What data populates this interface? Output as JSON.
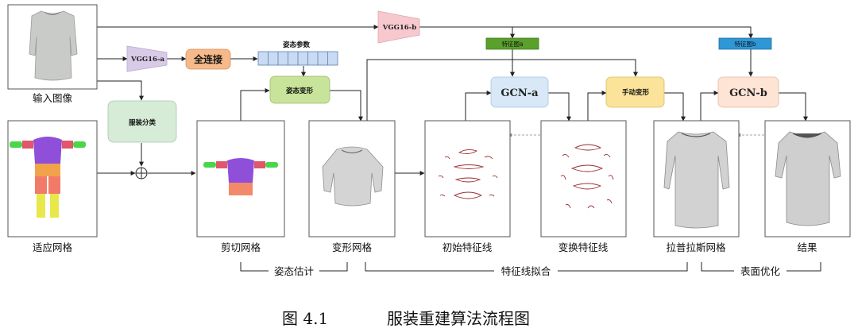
{
  "panels": {
    "input_image": "输入图像",
    "adapted_mesh": "适应网格",
    "cut_mesh": "剪切网格",
    "deformed_mesh": "变形网格",
    "initial_feature_lines": "初始特征线",
    "transformed_feature_lines": "变换特征线",
    "laplacian_mesh": "拉普拉斯网格",
    "result": "结果"
  },
  "modules": {
    "vgg_a": "VGG16-a",
    "vgg_b": "VGG16-b",
    "fully_connected": "全连接",
    "pose_params": "姿态参数",
    "pose_deform": "姿态变形",
    "garment_classify": "服装分类",
    "gcn_a": "GCN-a",
    "gcn_b": "GCN-b",
    "manual_deform": "手动变形",
    "feature_map_a": "特征图a",
    "feature_map_b": "特征图b"
  },
  "stages": {
    "pose_estimation": "姿态估计",
    "feature_fitting": "特征线拟合",
    "surface_optimization": "表面优化"
  },
  "caption": {
    "number": "图 4.1",
    "text": "服装重建算法流程图"
  },
  "colors": {
    "vgg_fill": "#f7c9cf",
    "vgg_a_fill": "#d9cbe8",
    "fc_fill": "#f5b98a",
    "pose_fill": "#c8e39a",
    "classify_fill": "#d6ecd6",
    "gcn_fill": "#d8e8f7",
    "manual_fill": "#fbe39a",
    "feature_a_fill": "#5aa02c",
    "feature_b_fill": "#2f97d6",
    "param_cell": "#c9dbf2"
  }
}
